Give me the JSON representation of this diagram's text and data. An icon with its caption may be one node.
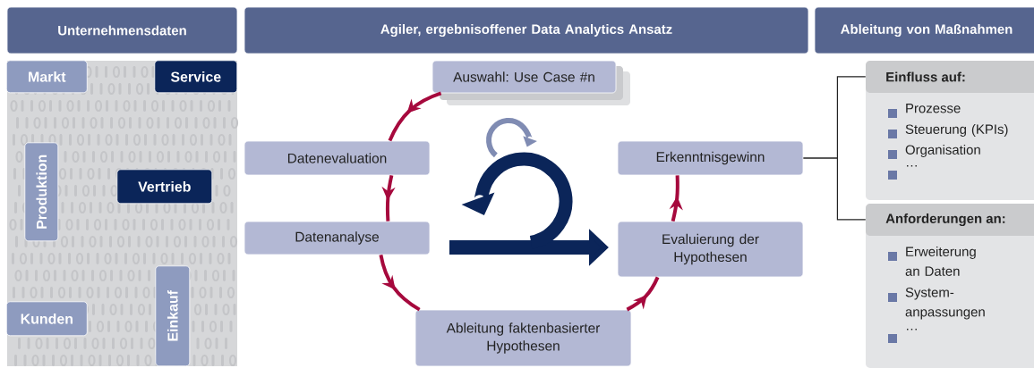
{
  "diagram": {
    "nodes": [
      {
        "text": [
          "Unternehmensdaten"
        ]
      },
      {
        "text": [
          "Agiler, ergebnisoffener Data Analytics Ansatz"
        ]
      },
      {
        "text": [
          "Ableitung von Maßnahmen"
        ]
      },
      {
        "text": [],
        "shape": "box"
      },
      {
        "text": [
          "Markt"
        ],
        "in": 3
      },
      {
        "text": [
          "Service"
        ],
        "in": 3
      },
      {
        "text": [
          "Produktion"
        ],
        "in": 3
      },
      {
        "text": [
          "Vertrieb"
        ],
        "in": 3
      },
      {
        "text": [
          "Kunden"
        ],
        "in": 3
      },
      {
        "text": [
          "Einkauf"
        ],
        "in": 3
      },
      {
        "text": [
          "Auswahl: Use Case #n"
        ]
      },
      {
        "text": [
          "Datenevaluation"
        ]
      },
      {
        "text": [
          "Datenanalyse"
        ]
      },
      {
        "text": [
          "Ableitung faktenbasierter Hypothesen"
        ]
      },
      {
        "text": [
          "Evaluierung der Hypothesen"
        ]
      },
      {
        "text": [
          "Erkenntnisgewinn"
        ]
      },
      {
        "text": [
          "Einfluss auf:",
          "Prozesse",
          "Steuerung (KPIs)",
          "Organisation",
          "…"
        ]
      },
      {
        "text": [
          "Anforderungen an:",
          "Erweiterung an Daten",
          "System- anpassungen",
          "…"
        ]
      }
    ],
    "edges": [
      {
        "from": 10,
        "to": 11,
        "arrow": "to"
      },
      {
        "from": 11,
        "to": 12,
        "arrow": "to"
      },
      {
        "from": 12,
        "to": 13,
        "arrow": "to"
      },
      {
        "from": 13,
        "to": 14,
        "arrow": "to"
      },
      {
        "from": 14,
        "to": 15,
        "arrow": "to"
      },
      {
        "from": 15,
        "to": 16,
        "arrow": "none",
        "color": "#222222"
      },
      {
        "from": 15,
        "to": 17,
        "arrow": "none",
        "color": "#222222"
      }
    ]
  }
}
